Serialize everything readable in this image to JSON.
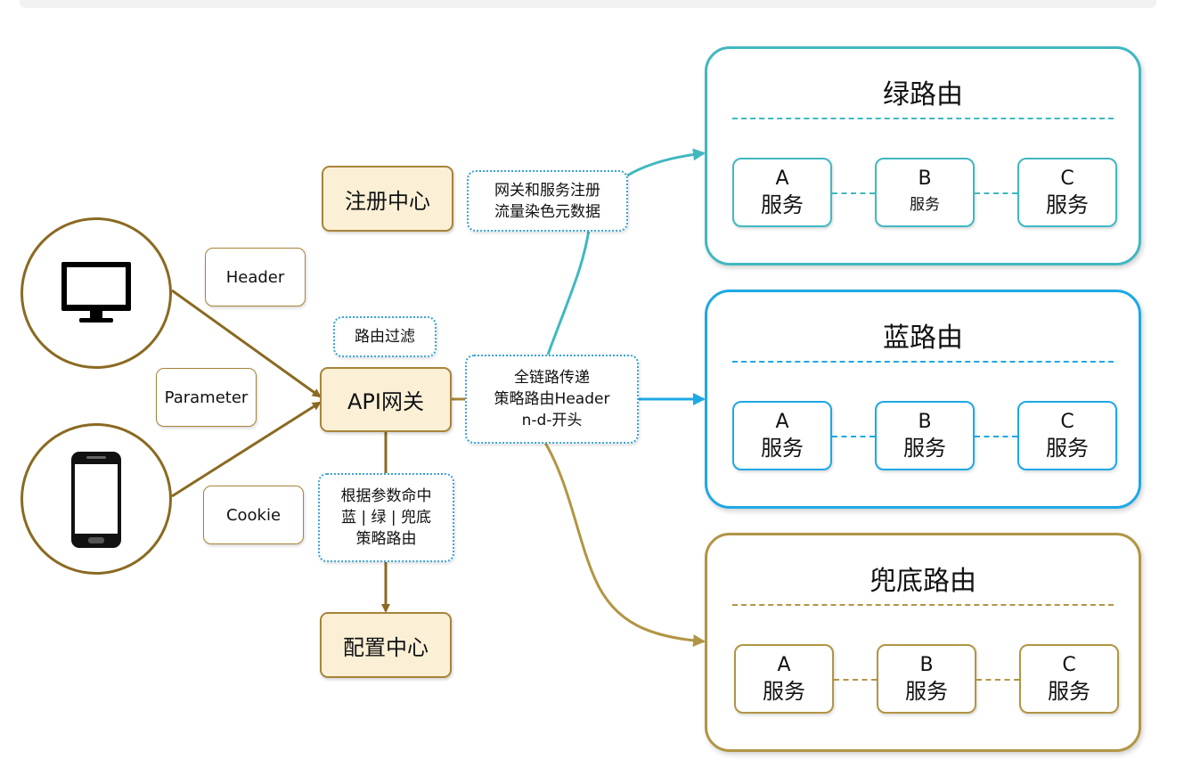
{
  "nodes": {
    "register_center": "注册中心",
    "api_gateway": "API网关",
    "config_center": "配置中心",
    "header": "Header",
    "parameter": "Parameter",
    "cookie": "Cookie"
  },
  "notes": {
    "route_filter": "路由过滤",
    "registry_meta": [
      "网关和服务注册",
      "流量染色元数据"
    ],
    "link_pass": [
      "全链路传递",
      "策略路由Header",
      "n-d-开头"
    ],
    "param_match": [
      "根据参数命中",
      "蓝 | 绿 | 兜底",
      "策略路由"
    ]
  },
  "devices": [
    "desktop-monitor",
    "mobile-phone"
  ],
  "colors": {
    "green": "#41b8c0",
    "blue": "#1ea8e6",
    "fallback": "#b29544",
    "gateway": "#a8843a"
  },
  "routes": [
    {
      "title": "绿路由",
      "services": [
        {
          "letter": "A",
          "label": "服务"
        },
        {
          "letter": "B",
          "label": "服务"
        },
        {
          "letter": "C",
          "label": "服务"
        }
      ]
    },
    {
      "title": "蓝路由",
      "services": [
        {
          "letter": "A",
          "label": "服务"
        },
        {
          "letter": "B",
          "label": "服务"
        },
        {
          "letter": "C",
          "label": "服务"
        }
      ]
    },
    {
      "title": "兜底路由",
      "services": [
        {
          "letter": "A",
          "label": "服务"
        },
        {
          "letter": "B",
          "label": "服务"
        },
        {
          "letter": "C",
          "label": "服务"
        }
      ]
    }
  ]
}
